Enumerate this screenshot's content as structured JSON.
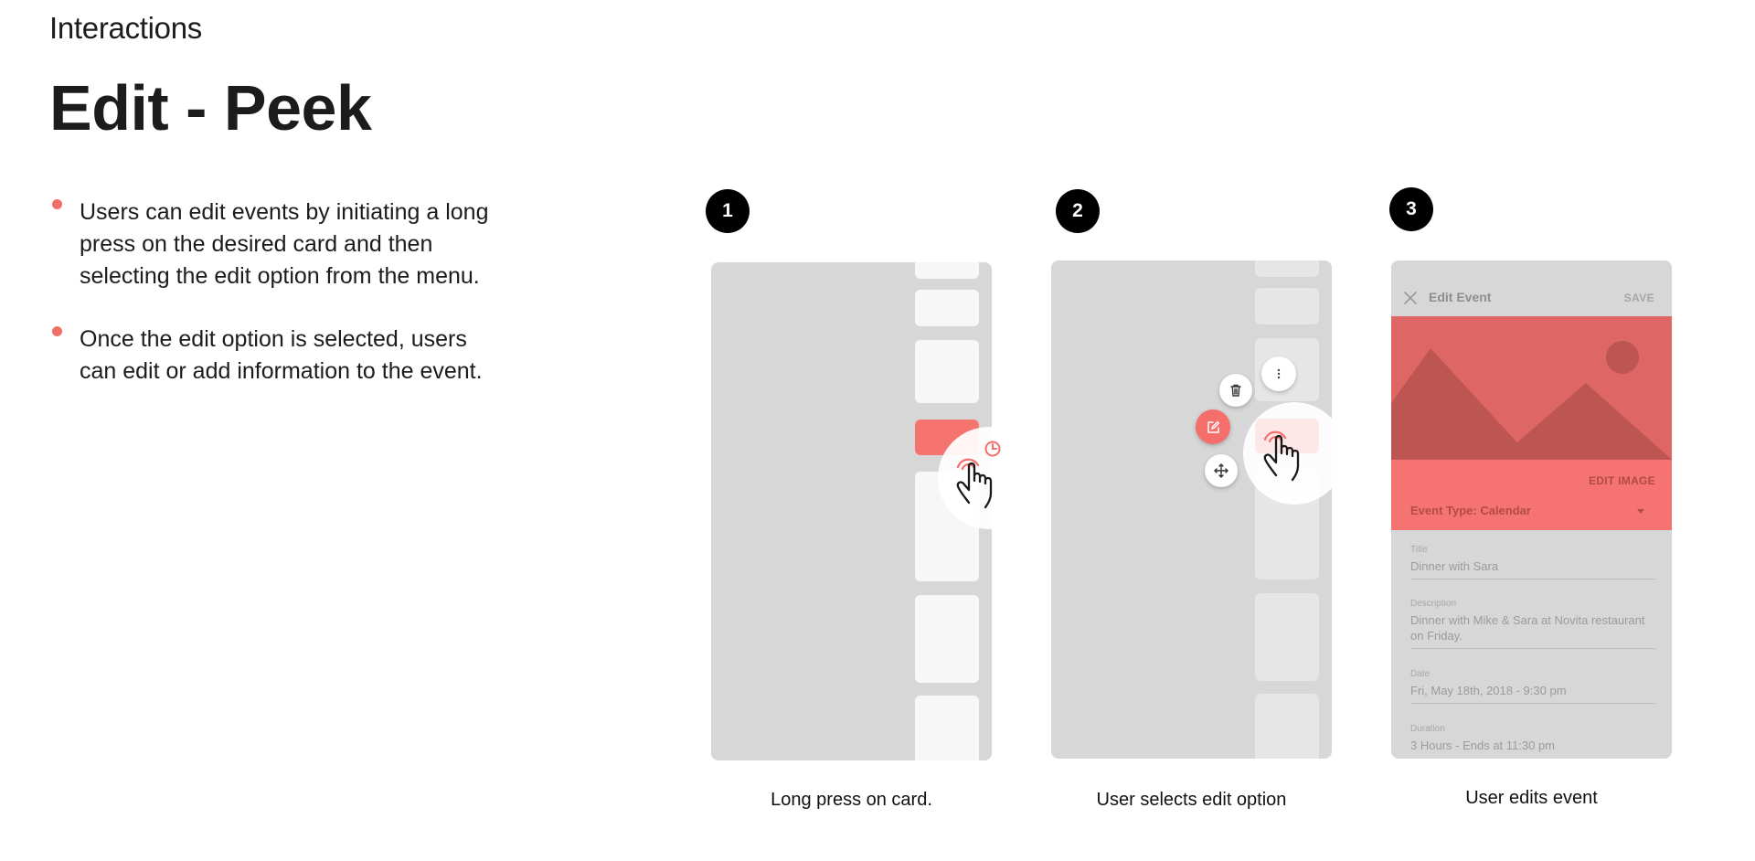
{
  "header": {
    "section": "Interactions",
    "title": "Edit - Peek"
  },
  "bullets": [
    "Users can edit events by initiating a long press on the desired card and then selecting the edit option from the menu.",
    "Once the edit option is selected, users can edit or add information to the event."
  ],
  "steps": [
    {
      "number": "1",
      "caption": "Long press on card."
    },
    {
      "number": "2",
      "caption": "User selects edit option"
    },
    {
      "number": "3",
      "caption": "User edits event"
    }
  ],
  "edit_screen": {
    "title": "Edit Event",
    "save": "SAVE",
    "edit_image": "EDIT IMAGE",
    "event_type": "Event Type: Calendar",
    "fields": [
      {
        "label": "Title",
        "value": "Dinner with Sara"
      },
      {
        "label": "Description",
        "value": "Dinner with Mike & Sara at Novita restaurant on Friday."
      },
      {
        "label": "Date",
        "value": "Fri, May 18th, 2018 - 9:30 pm"
      },
      {
        "label": "Duration",
        "value": "3 Hours - Ends at 11:30 pm"
      }
    ]
  },
  "colors": {
    "accent": "#f57470",
    "hero": "#de6664",
    "screen_bg": "#d7d7d7",
    "badge": "#000000"
  },
  "icons": [
    "hand-press-icon",
    "timer-icon",
    "more-vert-icon",
    "trash-icon",
    "edit-icon",
    "move-icon",
    "close-icon",
    "dropdown-icon"
  ]
}
